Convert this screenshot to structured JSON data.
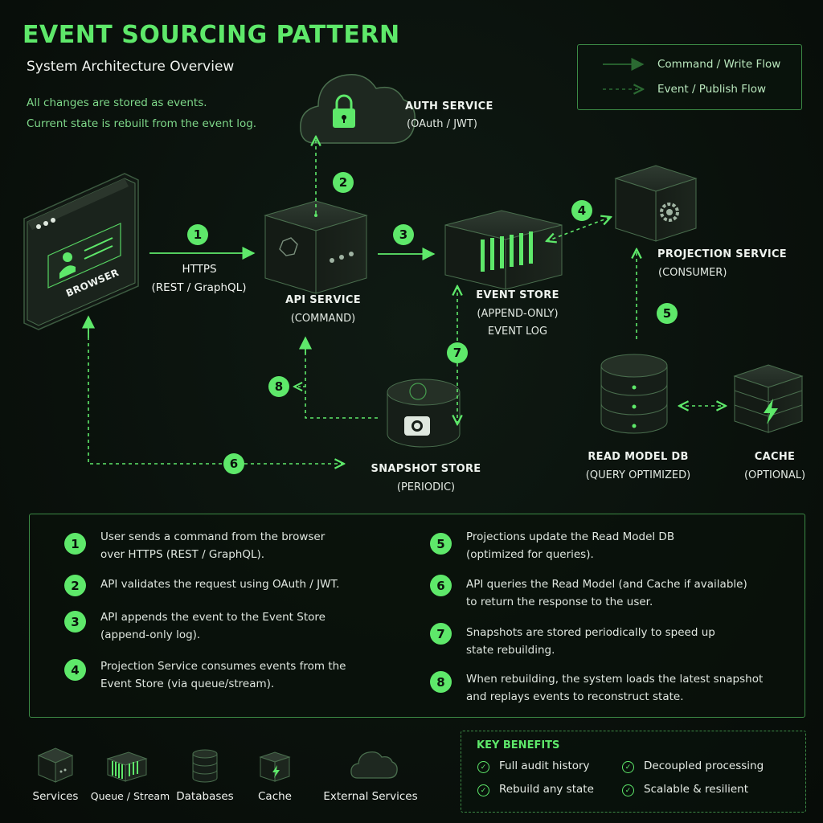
{
  "header": {
    "title": "EVENT SOURCING PATTERN",
    "subtitle": "System Architecture Overview",
    "intro_line1": "All changes are stored as events.",
    "intro_line2": "Current state is rebuilt from the event log."
  },
  "legend": {
    "command": "Command / Write Flow",
    "event": "Event / Publish Flow"
  },
  "nodes": {
    "browser": {
      "label": "BROWSER"
    },
    "auth": {
      "label": "AUTH SERVICE",
      "sub": "(OAuth / JWT)"
    },
    "api": {
      "label": "API SERVICE",
      "sub": "(COMMAND)"
    },
    "event_store": {
      "label": "EVENT STORE",
      "sub1": "(APPEND-ONLY)",
      "sub2": "EVENT LOG"
    },
    "projection": {
      "label": "PROJECTION SERVICE",
      "sub": "(CONSUMER)"
    },
    "snapshot": {
      "label": "SNAPSHOT STORE",
      "sub": "(PERIODIC)"
    },
    "read_model": {
      "label": "READ MODEL DB",
      "sub": "(QUERY OPTIMIZED)"
    },
    "cache": {
      "label": "CACHE",
      "sub": "(OPTIONAL)"
    }
  },
  "edge_labels": {
    "https": "HTTPS",
    "https_sub": "(REST / GraphQL)"
  },
  "badges": [
    "1",
    "2",
    "3",
    "4",
    "5",
    "6",
    "7",
    "8"
  ],
  "steps": [
    {
      "num": "1",
      "line1": "User sends a command from the browser",
      "line2": "over HTTPS (REST / GraphQL)."
    },
    {
      "num": "2",
      "line1": "API validates the request using OAuth / JWT.",
      "line2": ""
    },
    {
      "num": "3",
      "line1": "API appends the event to the Event Store",
      "line2": "(append-only log)."
    },
    {
      "num": "4",
      "line1": "Projection Service consumes events from the",
      "line2": "Event Store (via queue/stream)."
    },
    {
      "num": "5",
      "line1": "Projections update the Read Model DB",
      "line2": "(optimized for queries)."
    },
    {
      "num": "6",
      "line1": "API queries the Read Model (and Cache if available)",
      "line2": "to return the response to the user."
    },
    {
      "num": "7",
      "line1": "Snapshots are stored periodically to speed up",
      "line2": "state rebuilding."
    },
    {
      "num": "8",
      "line1": "When rebuilding, the system loads the latest snapshot",
      "line2": "and replays events to reconstruct state."
    }
  ],
  "footer_legend": {
    "services": "Services",
    "queue": "Queue / Stream",
    "databases": "Databases",
    "cache": "Cache",
    "external": "External Services"
  },
  "benefits": {
    "title": "KEY BENEFITS",
    "items": [
      "Full audit history",
      "Decoupled processing",
      "Rebuild any state",
      "Scalable & resilient"
    ]
  },
  "colors": {
    "accent": "#5ee86a",
    "background": "#0a110c",
    "border": "#3c8a45"
  }
}
